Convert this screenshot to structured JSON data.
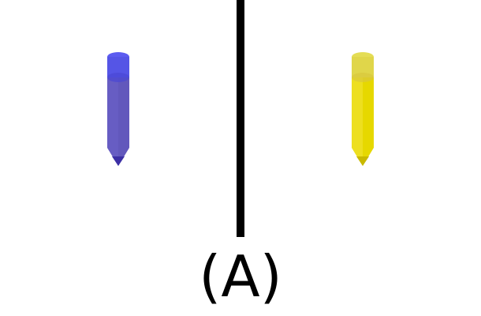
{
  "panel": {
    "label": "(A)"
  },
  "items": [
    {
      "name": "left-crayon",
      "color": "#5b5bd8",
      "icon": "crayon-icon"
    },
    {
      "name": "right-crayon",
      "color": "#f2e21a",
      "icon": "crayon-icon"
    }
  ]
}
